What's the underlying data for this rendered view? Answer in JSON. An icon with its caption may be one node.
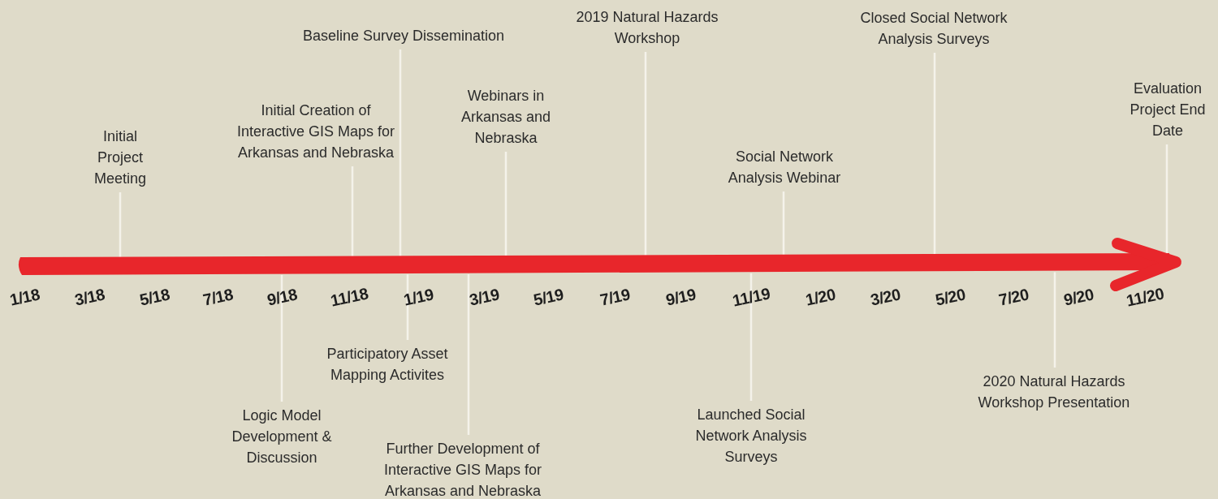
{
  "diagram": {
    "nodes": [
      {
        "text": [
          "Initial Project Meeting"
        ]
      },
      {
        "text": [
          "Logic Model Development & Discussion"
        ]
      },
      {
        "text": [
          "Initial Creation of Interactive GIS Maps for Arkansas and Nebraska"
        ]
      },
      {
        "text": [
          "Baseline Survey Dissemination"
        ]
      },
      {
        "text": [
          "Participatory Asset Mapping Activites"
        ]
      },
      {
        "text": [
          "Further Development of Interactive GIS Maps for Arkansas and Nebraska"
        ]
      },
      {
        "text": [
          "Webinars in Arkansas and Nebraska"
        ]
      },
      {
        "text": [
          "2019 Natural Hazards Workshop"
        ]
      },
      {
        "text": [
          "Launched Social Network Analysis Surveys"
        ]
      },
      {
        "text": [
          "Social Network Analysis Webinar"
        ]
      },
      {
        "text": [
          "Closed Social Network Analysis Surveys"
        ]
      },
      {
        "text": [
          "2020 Natural Hazards Workshop Presentation"
        ]
      },
      {
        "text": [
          "Evaluation Project End Date"
        ]
      },
      {
        "text": [],
        "shape": "arrow"
      }
    ],
    "edges": [
      {
        "from": 0,
        "to": 13,
        "arrow": "none"
      },
      {
        "from": 1,
        "to": 13,
        "arrow": "none"
      },
      {
        "from": 2,
        "to": 13,
        "arrow": "none"
      },
      {
        "from": 3,
        "to": 13,
        "arrow": "none"
      },
      {
        "from": 4,
        "to": 13,
        "arrow": "none"
      },
      {
        "from": 5,
        "to": 13,
        "arrow": "none"
      },
      {
        "from": 6,
        "to": 13,
        "arrow": "none"
      },
      {
        "from": 7,
        "to": 13,
        "arrow": "none"
      },
      {
        "from": 8,
        "to": 13,
        "arrow": "none"
      },
      {
        "from": 9,
        "to": 13,
        "arrow": "none"
      },
      {
        "from": 10,
        "to": 13,
        "arrow": "none"
      },
      {
        "from": 11,
        "to": 13,
        "arrow": "none"
      },
      {
        "from": 12,
        "to": 13,
        "arrow": "none"
      }
    ],
    "labels": [
      "1/18",
      "3/18",
      "5/18",
      "7/18",
      "9/18",
      "11/18",
      "1/19",
      "3/19",
      "5/19",
      "7/19",
      "9/19",
      "11/19",
      "1/20",
      "3/20",
      "5/20",
      "7/20",
      "9/20",
      "11/20"
    ]
  }
}
